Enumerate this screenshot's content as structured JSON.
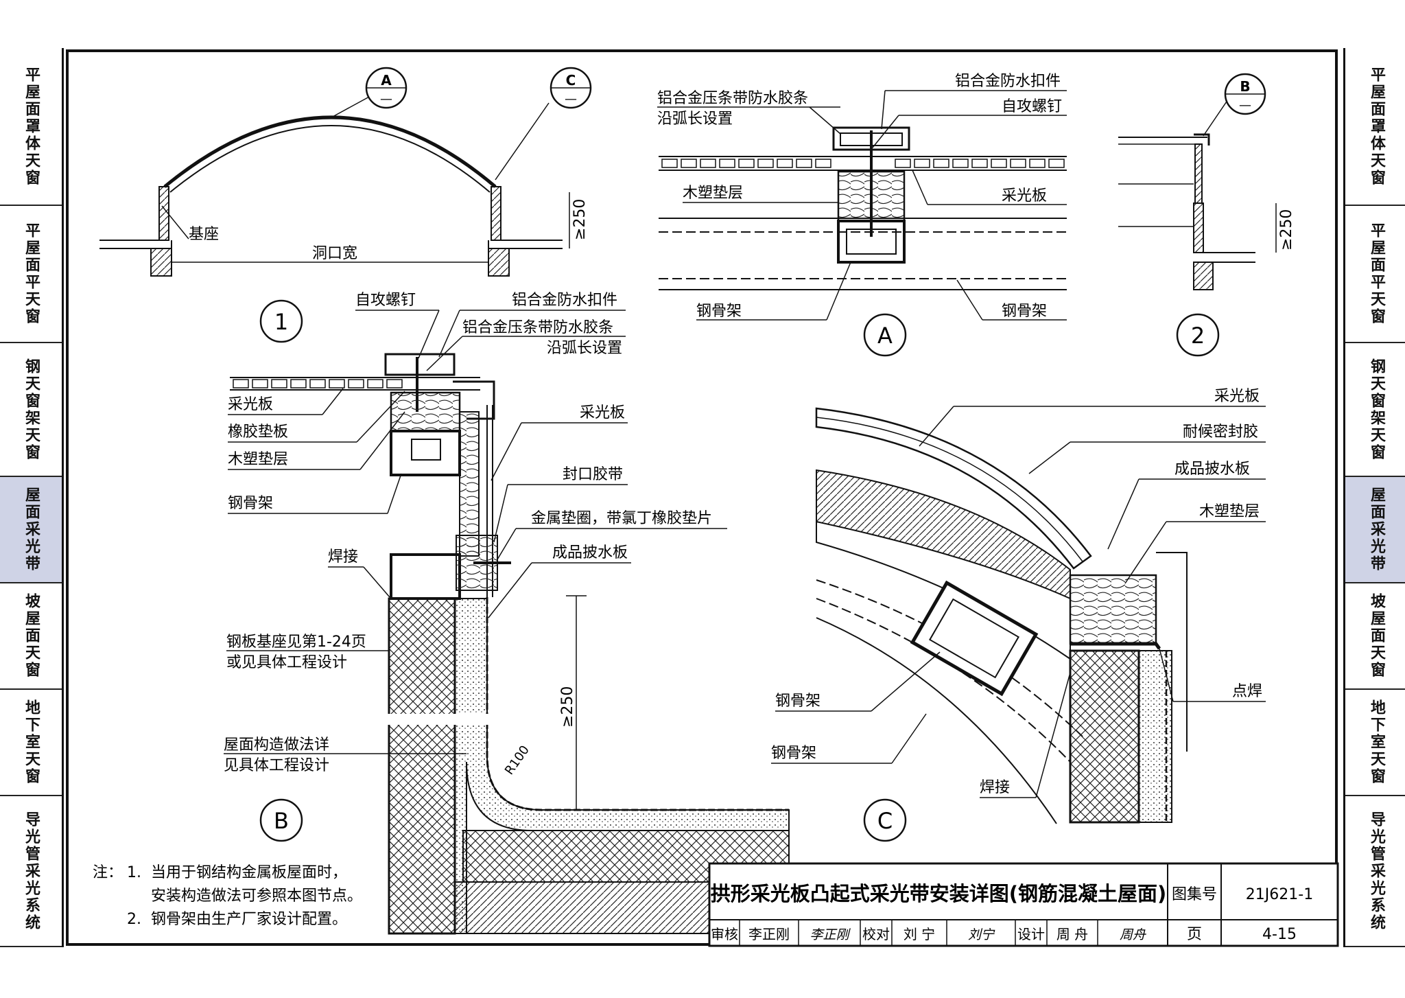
{
  "side_tabs": [
    {
      "label": "平屋面罩体天窗",
      "active": false
    },
    {
      "label": "平屋面平天窗",
      "active": false
    },
    {
      "label": "钢天窗架天窗",
      "active": false
    },
    {
      "label": "屋面采光带",
      "active": true
    },
    {
      "label": "坡屋面天窗",
      "active": false
    },
    {
      "label": "地下室天窗",
      "active": false
    },
    {
      "label": "导光管采光系统",
      "active": false
    }
  ],
  "detail1": {
    "ref_a_letter": "A",
    "ref_a_dash": "—",
    "ref_c_letter": "C",
    "ref_c_dash": "—",
    "base_label": "基座",
    "opening_label": "洞口宽",
    "height_label": "≥250",
    "number": "1"
  },
  "detail2": {
    "ref_letter": "B",
    "ref_dash": "—",
    "height_label": "≥250",
    "number": "2"
  },
  "detailA": {
    "label_strip_1": "铝合金压条带防水胶条",
    "label_strip_2": "沿弧长设置",
    "label_cap": "铝合金防水扣件",
    "label_screw": "自攻螺钉",
    "label_wood": "木塑垫层",
    "label_panel": "采光板",
    "label_frame_left": "钢骨架",
    "label_frame_right": "钢骨架",
    "letter": "A"
  },
  "detailB": {
    "label_screw": "自攻螺钉",
    "label_cap": "铝合金防水扣件",
    "label_strip_1": "铝合金压条带防水胶条",
    "label_strip_2": "沿弧长设置",
    "label_panel_left": "采光板",
    "label_rubber": "橡胶垫板",
    "label_wood": "木塑垫层",
    "label_frame": "钢骨架",
    "label_panel_right": "采光板",
    "label_tape": "封口胶带",
    "label_washer": "金属垫圈，带氯丁橡胶垫片",
    "label_weld": "焊接",
    "label_flashing": "成品披水板",
    "label_base_1": "钢板基座见第1-24页",
    "label_base_2": "或见具体工程设计",
    "label_roof_1": "屋面构造做法详",
    "label_roof_2": "见具体工程设计",
    "height_label": "≥250",
    "radius_label": "R100",
    "letter": "B"
  },
  "detailC": {
    "label_panel": "采光板",
    "label_sealant": "耐候密封胶",
    "label_flashing": "成品披水板",
    "label_wood": "木塑垫层",
    "label_spot_weld": "点焊",
    "label_frame_1": "钢骨架",
    "label_frame_2": "钢骨架",
    "label_weld": "焊接",
    "letter": "C"
  },
  "notes": {
    "prefix": "注：",
    "n1_num": "1.",
    "n1_line1": "当用于钢结构金属板屋面时，",
    "n1_line2": "安装构造做法可参照本图节点。",
    "n2_num": "2.",
    "n2_line": "钢骨架由生产厂家设计配置。"
  },
  "title_block": {
    "title": "拱形采光板凸起式采光带安装详图(钢筋混凝土屋面)",
    "atlas_label": "图集号",
    "atlas_value": "21J621-1",
    "review_label": "审核",
    "review_name": "李正刚",
    "review_sign": "李正刚",
    "check_label": "校对",
    "check_name": "刘 宁",
    "check_sign": "刘宁",
    "design_label": "设计",
    "design_name": "周 舟",
    "design_sign": "周舟",
    "page_label": "页",
    "page_value": "4-15"
  }
}
